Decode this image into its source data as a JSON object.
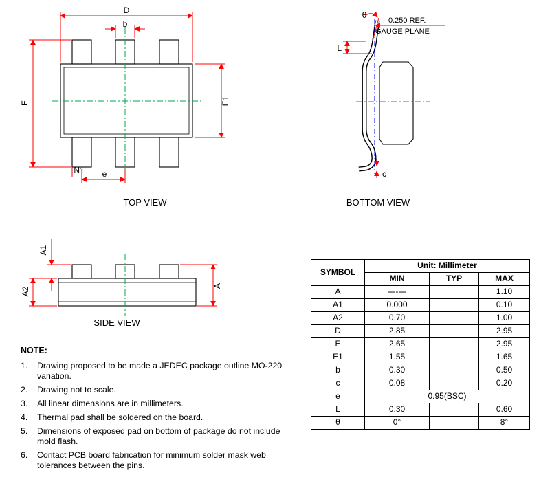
{
  "colors": {
    "outline": "#000000",
    "dimension": "#ff0000",
    "centerline": "#00a651",
    "gauge_line": "#0000ff"
  },
  "top_view": {
    "title": "TOP VIEW",
    "labels": {
      "D": "D",
      "b": "b",
      "E": "E",
      "E1": "E1",
      "N1": "N1",
      "e": "e"
    }
  },
  "bottom_view": {
    "title": "BOTTOM VIEW",
    "labels": {
      "theta": "θ",
      "ref": "0.250 REF.",
      "gauge": "GAUGE PLANE",
      "L": "L",
      "c": "c"
    }
  },
  "side_view": {
    "title": "SIDE VIEW",
    "labels": {
      "A1": "A1",
      "A2": "A2",
      "A": "A"
    }
  },
  "table": {
    "symbol_header": "SYMBOL",
    "unit_header": "Unit: Millimeter",
    "columns": {
      "min": "MIN",
      "typ": "TYP",
      "max": "MAX"
    },
    "rows": [
      {
        "symbol": "A",
        "min": "-------",
        "typ": "",
        "max": "1.10"
      },
      {
        "symbol": "A1",
        "min": "0.000",
        "typ": "",
        "max": "0.10"
      },
      {
        "symbol": "A2",
        "min": "0.70",
        "typ": "",
        "max": "1.00"
      },
      {
        "symbol": "D",
        "min": "2.85",
        "typ": "",
        "max": "2.95"
      },
      {
        "symbol": "E",
        "min": "2.65",
        "typ": "",
        "max": "2.95"
      },
      {
        "symbol": "E1",
        "min": "1.55",
        "typ": "",
        "max": "1.65"
      },
      {
        "symbol": "b",
        "min": "0.30",
        "typ": "",
        "max": "0.50"
      },
      {
        "symbol": "c",
        "min": "0.08",
        "typ": "",
        "max": "0.20"
      },
      {
        "symbol": "e",
        "span": "0.95(BSC)"
      },
      {
        "symbol": "L",
        "min": "0.30",
        "typ": "",
        "max": "0.60"
      },
      {
        "symbol": "θ",
        "min": "0°",
        "typ": "",
        "max": "8°"
      }
    ]
  },
  "notes": {
    "title": "NOTE:",
    "items": [
      {
        "num": "1.",
        "text": "Drawing proposed to be made a JEDEC package outline MO-220 variation."
      },
      {
        "num": "2.",
        "text": "Drawing not to scale."
      },
      {
        "num": "3.",
        "text": "All linear dimensions are in millimeters."
      },
      {
        "num": "4.",
        "text": "Thermal pad shall be soldered on the board."
      },
      {
        "num": "5.",
        "text": "Dimensions of exposed pad on bottom of package do not include mold flash."
      },
      {
        "num": "6.",
        "text": "Contact PCB board fabrication for minimum solder mask web tolerances between the pins."
      }
    ]
  }
}
